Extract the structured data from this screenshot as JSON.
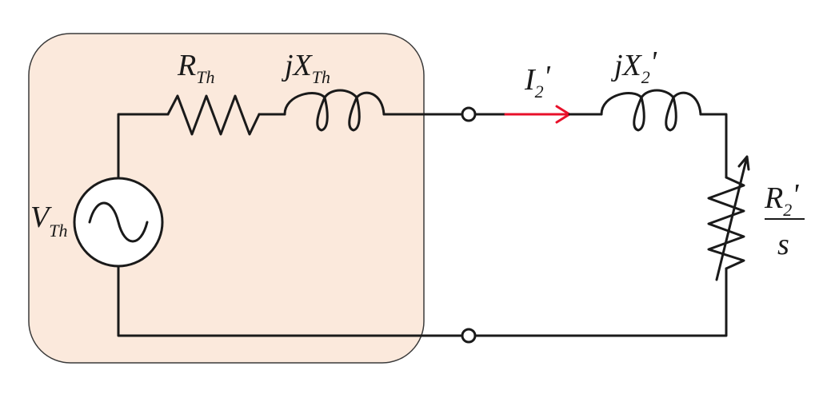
{
  "diagram": {
    "thevenin_box_fill": "#fbe9dc",
    "wire_color": "#1a1a1a",
    "current_arrow_color": "#e8102a",
    "labels": {
      "r_th_main": "R",
      "r_th_sub": "Th",
      "x_th_pre": "jX",
      "x_th_sub": "Th",
      "v_th_main": "V",
      "v_th_sub": "Th",
      "current_main": "I",
      "current_sub": "2",
      "current_prime": "'",
      "x2_pre": "jX",
      "x2_sub": "2",
      "x2_prime": "'",
      "r2_num_main": "R",
      "r2_num_sub": "2",
      "r2_num_prime": "'",
      "r2_den": "s"
    }
  }
}
